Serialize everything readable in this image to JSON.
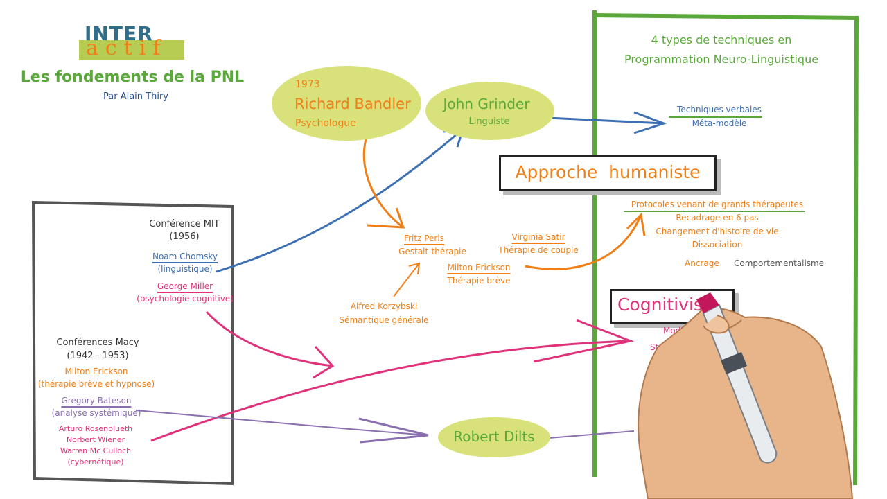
{
  "logo": {
    "text_top": "INTER",
    "text_bottom": "actif",
    "accent": "#2f6e8a"
  },
  "header": {
    "title": "Les fondements de la PNL",
    "author": "Par Alain Thiry"
  },
  "left_panel": {
    "mit": {
      "title": "Conférence MIT",
      "year": "(1956)"
    },
    "chomsky": {
      "name": "Noam Chomsky",
      "field": "(linguistique)"
    },
    "miller": {
      "name": "George Miller",
      "field": "(psychologie cognitive)"
    },
    "macy": {
      "title": "Conférences Macy",
      "years": "(1942 - 1953)"
    },
    "erickson": {
      "name": "Milton Erickson",
      "field": "(thérapie brève et hypnose)"
    },
    "bateson": {
      "name": "Gregory Bateson",
      "field": "(analyse systémique)"
    },
    "cyber": {
      "line1": "Arturo Rosenblueth",
      "line2": "Norbert Wiener",
      "line3": "Warren Mc Culloch",
      "field": "(cybernétique)"
    }
  },
  "center": {
    "bandler": {
      "year": "1973",
      "name": "Richard Bandler",
      "role": "Psychologue"
    },
    "grinder": {
      "name": "John Grinder",
      "role": "Linguiste"
    },
    "perls": {
      "name": "Fritz Perls",
      "field": "Gestalt-thérapie"
    },
    "satir": {
      "name": "Virginia Satir",
      "field": "Thérapie de couple"
    },
    "erickson": {
      "name": "Milton Erickson",
      "field": "Thérapie brève"
    },
    "korzybski": {
      "name": "Alfred Korzybski",
      "field": "Sémantique générale"
    },
    "dilts": {
      "name": "Robert Dilts"
    }
  },
  "right_panel": {
    "title_line1": "4 types de techniques en",
    "title_line2": "Programmation Neuro-Linguistique",
    "verbal": {
      "title": "Techniques verbales",
      "sub": "Méta-modèle"
    },
    "humanist": {
      "label": "Approche  humaniste"
    },
    "protocols": {
      "title": "Protocoles venant de grands thérapeutes",
      "item1": "Recadrage en 6 pas",
      "item2": "Changement d'histoire de vie",
      "item3": "Dissociation"
    },
    "ancrage": "Ancrage",
    "behav": "Comportementalisme",
    "cognitiv": {
      "label": "Cognitivis"
    },
    "modeli": "Modéli",
    "partial": "St"
  },
  "colors": {
    "green": "#5aa83a",
    "orange": "#f07f17",
    "blue": "#3d6fb3",
    "pink": "#e0327a",
    "purple": "#8a6fb0",
    "ellipse": "#d9e27a"
  }
}
